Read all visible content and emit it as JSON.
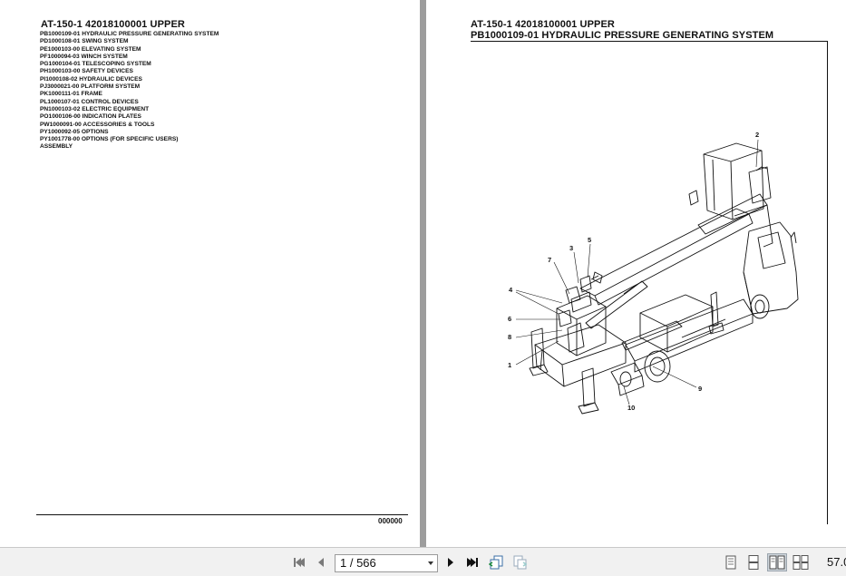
{
  "document": {
    "left_page": {
      "title": "AT-150-1 42018100001 UPPER",
      "toc": [
        "PB1000109-01 HYDRAULIC PRESSURE GENERATING SYSTEM",
        "PD1000108-01 SWING SYSTEM",
        "PE1000103-00 ELEVATING SYSTEM",
        "PF1000094-03 WINCH SYSTEM",
        "PG1000104-01 TELESCOPING SYSTEM",
        "PH1000103-00 SAFETY DEVICES",
        "PI1000108-02 HYDRAULIC DEVICES",
        "PJ3000021-00 PLATFORM SYSTEM",
        "PK1000111-01 FRAME",
        "PL1000107-01 CONTROL DEVICES",
        "PN1000103-02 ELECTRIC EQUIPMENT",
        "PO1000106-00 INDICATION PLATES",
        "PW1000091-00 ACCESSORIES & TOOLS",
        "PY1000092-05 OPTIONS",
        "PY1001778-00 OPTIONS (FOR SPECIFIC USERS)",
        "ASSEMBLY"
      ],
      "page_code": "000000"
    },
    "right_page": {
      "title_line1": "AT-150-1 42018100001 UPPER",
      "title_line2": "PB1000109-01 HYDRAULIC PRESSURE GENERATING SYSTEM",
      "callouts": {
        "c1": "1",
        "c2": "2",
        "c3": "3",
        "c4": "4",
        "c5": "5",
        "c6": "6",
        "c7": "7",
        "c8": "8",
        "c9": "9",
        "c10": "10"
      }
    }
  },
  "toolbar": {
    "page_value": "1 / 566",
    "zoom": "57.0",
    "icons": {
      "first": "first-page-icon",
      "prev": "previous-page-icon",
      "next": "next-page-icon",
      "last": "last-page-icon",
      "back": "previous-view-icon",
      "forward": "next-view-icon",
      "single": "single-page-icon",
      "continuous": "continuous-page-icon",
      "facing": "facing-pages-icon",
      "facing_continuous": "continuous-facing-icon"
    }
  }
}
